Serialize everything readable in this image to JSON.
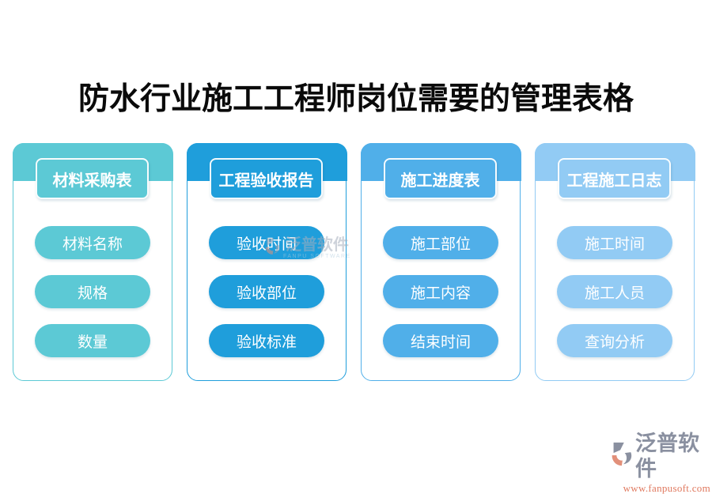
{
  "page": {
    "title": "防水行业施工工程师岗位需要的管理表格",
    "background_color": "#ffffff",
    "title_color": "#0a0a0a"
  },
  "columns": [
    {
      "header": "材料采购表",
      "color": "#5cc9d5",
      "items": [
        "材料名称",
        "规格",
        "数量"
      ]
    },
    {
      "header": "工程验收报告",
      "color": "#1f9edb",
      "items": [
        "验收时间",
        "验收部位",
        "验收标准"
      ]
    },
    {
      "header": "施工进度表",
      "color": "#50afe9",
      "items": [
        "施工部位",
        "施工内容",
        "结束时间"
      ]
    },
    {
      "header": "工程施工日志",
      "color": "#92cbf4",
      "items": [
        "施工时间",
        "施工人员",
        "查询分析"
      ]
    }
  ],
  "watermark": {
    "brand": "泛普软件",
    "subtext": "FANPU SOFTWARE"
  },
  "footer_logo": {
    "brand": "泛普软件",
    "url": "www.fanpusoft.com",
    "brand_color": "#8a90a0",
    "url_color": "#e0795f",
    "accent_color": "#e2907a"
  }
}
